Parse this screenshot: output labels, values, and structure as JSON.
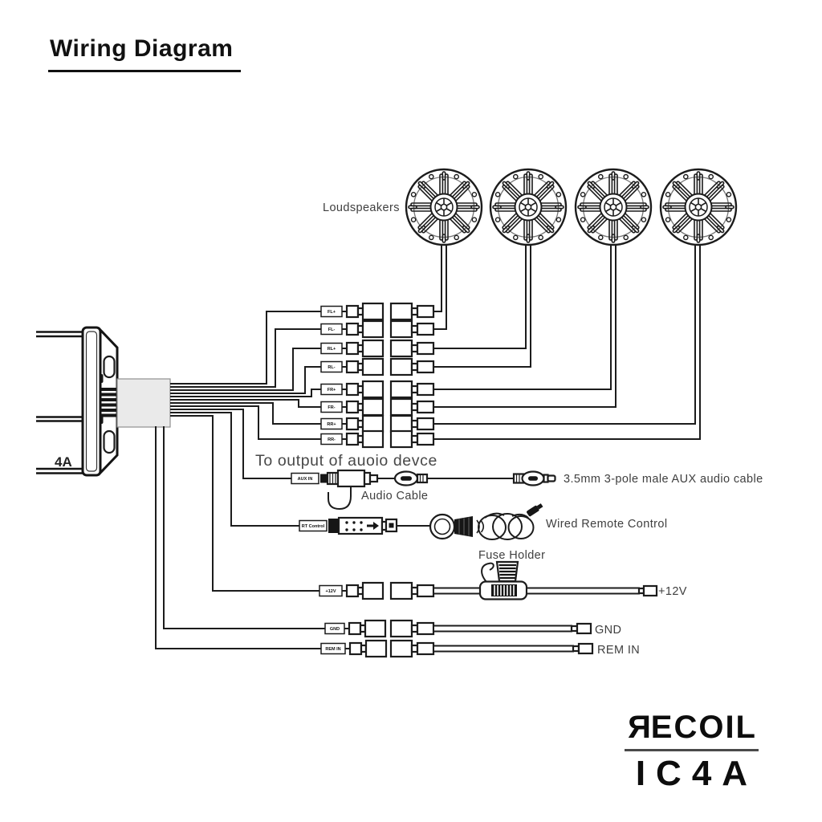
{
  "title": "Wiring Diagram",
  "diagram": {
    "loudspeakers_label": "Loudspeakers",
    "source_note": "To output of auoio devce",
    "audio_cable_label": "Audio Cable",
    "aux_cable_label": "3.5mm 3-pole male AUX audio cable",
    "remote_label": "Wired Remote Control",
    "fuse_label": "Fuse Holder",
    "power_label": "+12V",
    "ground_label": "GND",
    "remote_in_label": "REM IN",
    "device_text": "4A"
  },
  "wire_tags": {
    "speaker_rows": [
      "FL+",
      "FL-",
      "RL+",
      "RL-",
      "FR+",
      "FR-",
      "RR+",
      "RR-"
    ],
    "aux": "AUX IN",
    "remote": "RT Control",
    "power": "+12V",
    "ground": "GND",
    "remote_in": "REM IN"
  },
  "logo": {
    "brand_mark": "R",
    "brand_rest": "ECOIL",
    "model": "IC4A"
  },
  "colors": {
    "line": "#1c1c1c",
    "text": "#3f3f3f",
    "bundle_fill": "#eaeaea"
  }
}
